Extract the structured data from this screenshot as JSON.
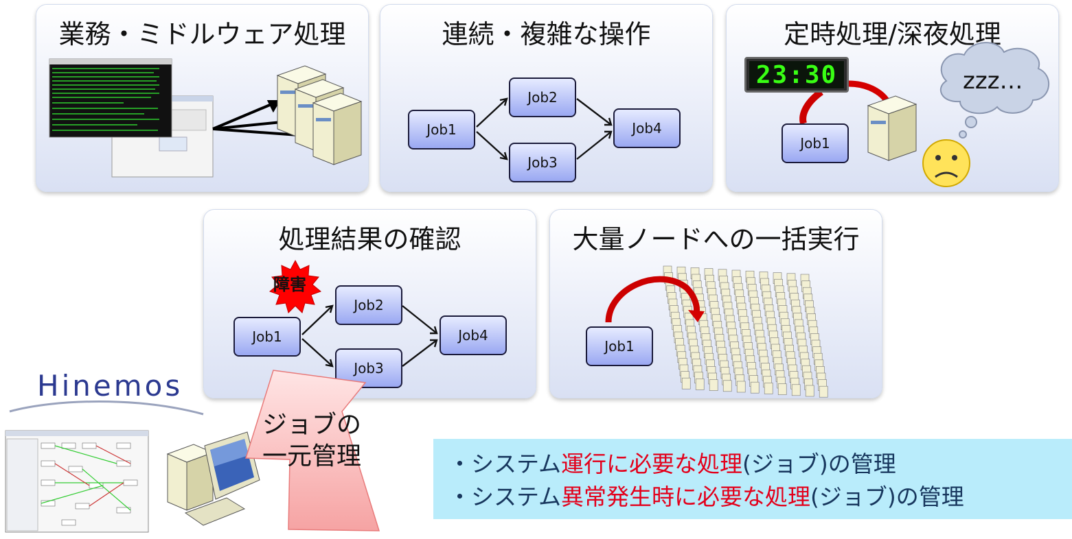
{
  "panels": {
    "business": {
      "title": "業務・ミドルウェア処理"
    },
    "sequential": {
      "title": "連続・複雑な操作",
      "jobs": {
        "j1": "Job1",
        "j2": "Job2",
        "j3": "Job3",
        "j4": "Job4"
      }
    },
    "scheduled": {
      "title": "定時処理/深夜処理",
      "clock": "23:30",
      "sleep": "zzz…",
      "job": "Job1"
    },
    "result": {
      "title": "処理結果の確認",
      "failure": "障害",
      "jobs": {
        "j1": "Job1",
        "j2": "Job2",
        "j3": "Job3",
        "j4": "Job4"
      }
    },
    "bulk": {
      "title": "大量ノードへの一括実行",
      "job": "Job1"
    }
  },
  "logo": "Hinemos",
  "arrow_label": {
    "line1": "ジョブの",
    "line2": "一元管理"
  },
  "info": {
    "line1": {
      "pre": "・システム",
      "hl": "運行に必要な処理",
      "post": "(ジョブ)の管理"
    },
    "line2": {
      "pre": "・システム",
      "hl": "異常発生時に必要な処理",
      "post": "(ジョブ)の管理"
    }
  },
  "colors": {
    "highlight": "#e3001b",
    "info_bg": "#b9ecfb",
    "job_fill": "#9aa8f2"
  }
}
